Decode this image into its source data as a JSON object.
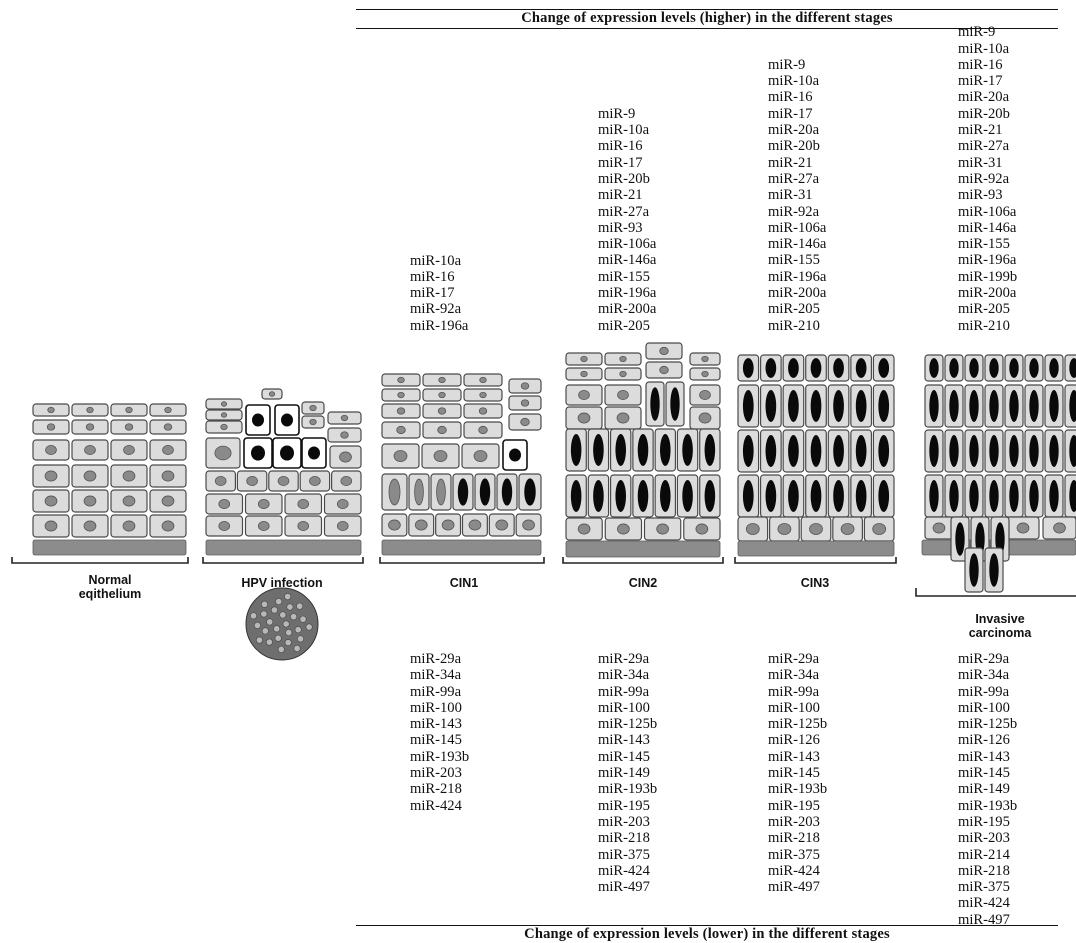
{
  "header": {
    "title": "Change of expression levels (higher) in the different stages"
  },
  "footer": {
    "title": "Change of expression levels (lower) in the different stages"
  },
  "stages": [
    {
      "key": "normal",
      "label": "Normal\neqithelium",
      "higher": [],
      "lower": []
    },
    {
      "key": "hpv",
      "label": "HPV infection",
      "higher": [],
      "lower": []
    },
    {
      "key": "cin1",
      "label": "CIN1",
      "higher": [
        "miR-10a",
        "miR-16",
        "miR-17",
        "miR-92a",
        "miR-196a"
      ],
      "lower": [
        "miR-29a",
        "miR-34a",
        "miR-99a",
        "miR-100",
        "miR-143",
        "miR-145",
        "miR-193b",
        "miR-203",
        "miR-218",
        "miR-424"
      ]
    },
    {
      "key": "cin2",
      "label": "CIN2",
      "higher": [
        "miR-9",
        "miR-10a",
        "miR-16",
        "miR-17",
        "miR-20b",
        "miR-21",
        "miR-27a",
        "miR-93",
        "miR-106a",
        "miR-146a",
        "miR-155",
        "miR-196a",
        "miR-200a",
        "miR-205"
      ],
      "lower": [
        "miR-29a",
        "miR-34a",
        "miR-99a",
        "miR-100",
        "miR-125b",
        "miR-143",
        "miR-145",
        "miR-149",
        "miR-193b",
        "miR-195",
        "miR-203",
        "miR-218",
        "miR-375",
        "miR-424",
        "miR-497"
      ]
    },
    {
      "key": "cin3",
      "label": "CIN3",
      "higher": [
        "miR-9",
        "miR-10a",
        "miR-16",
        "miR-17",
        "miR-20a",
        "miR-20b",
        "miR-21",
        "miR-27a",
        "miR-31",
        "miR-92a",
        "miR-106a",
        "miR-146a",
        "miR-155",
        "miR-196a",
        "miR-200a",
        "miR-205",
        "miR-210"
      ],
      "lower": [
        "miR-29a",
        "miR-34a",
        "miR-99a",
        "miR-100",
        "miR-125b",
        "miR-126",
        "miR-143",
        "miR-145",
        "miR-193b",
        "miR-195",
        "miR-203",
        "miR-218",
        "miR-375",
        "miR-424",
        "miR-497"
      ]
    },
    {
      "key": "invasive",
      "label": "Invasive\ncarcinoma",
      "higher": [
        "miR-9",
        "miR-10a",
        "miR-16",
        "miR-17",
        "miR-20a",
        "miR-20b",
        "miR-21",
        "miR-27a",
        "miR-31",
        "miR-92a",
        "miR-93",
        "miR-106a",
        "miR-146a",
        "miR-155",
        "miR-196a",
        "miR-199b",
        "miR-200a",
        "miR-205",
        "miR-210"
      ],
      "lower": [
        "miR-29a",
        "miR-34a",
        "miR-99a",
        "miR-100",
        "miR-125b",
        "miR-126",
        "miR-143",
        "miR-145",
        "miR-149",
        "miR-193b",
        "miR-195",
        "miR-203",
        "miR-214",
        "miR-218",
        "miR-375",
        "miR-424",
        "miR-497"
      ]
    }
  ],
  "colors": {
    "cell": "#dcdcdc",
    "cell_stroke": "#4a4a4a",
    "basement": "#8c8c8c",
    "nucleus_gray": "#8a8a8a",
    "nucleus_dark": "#0a0a0a",
    "virus": "#6e6e6e"
  }
}
